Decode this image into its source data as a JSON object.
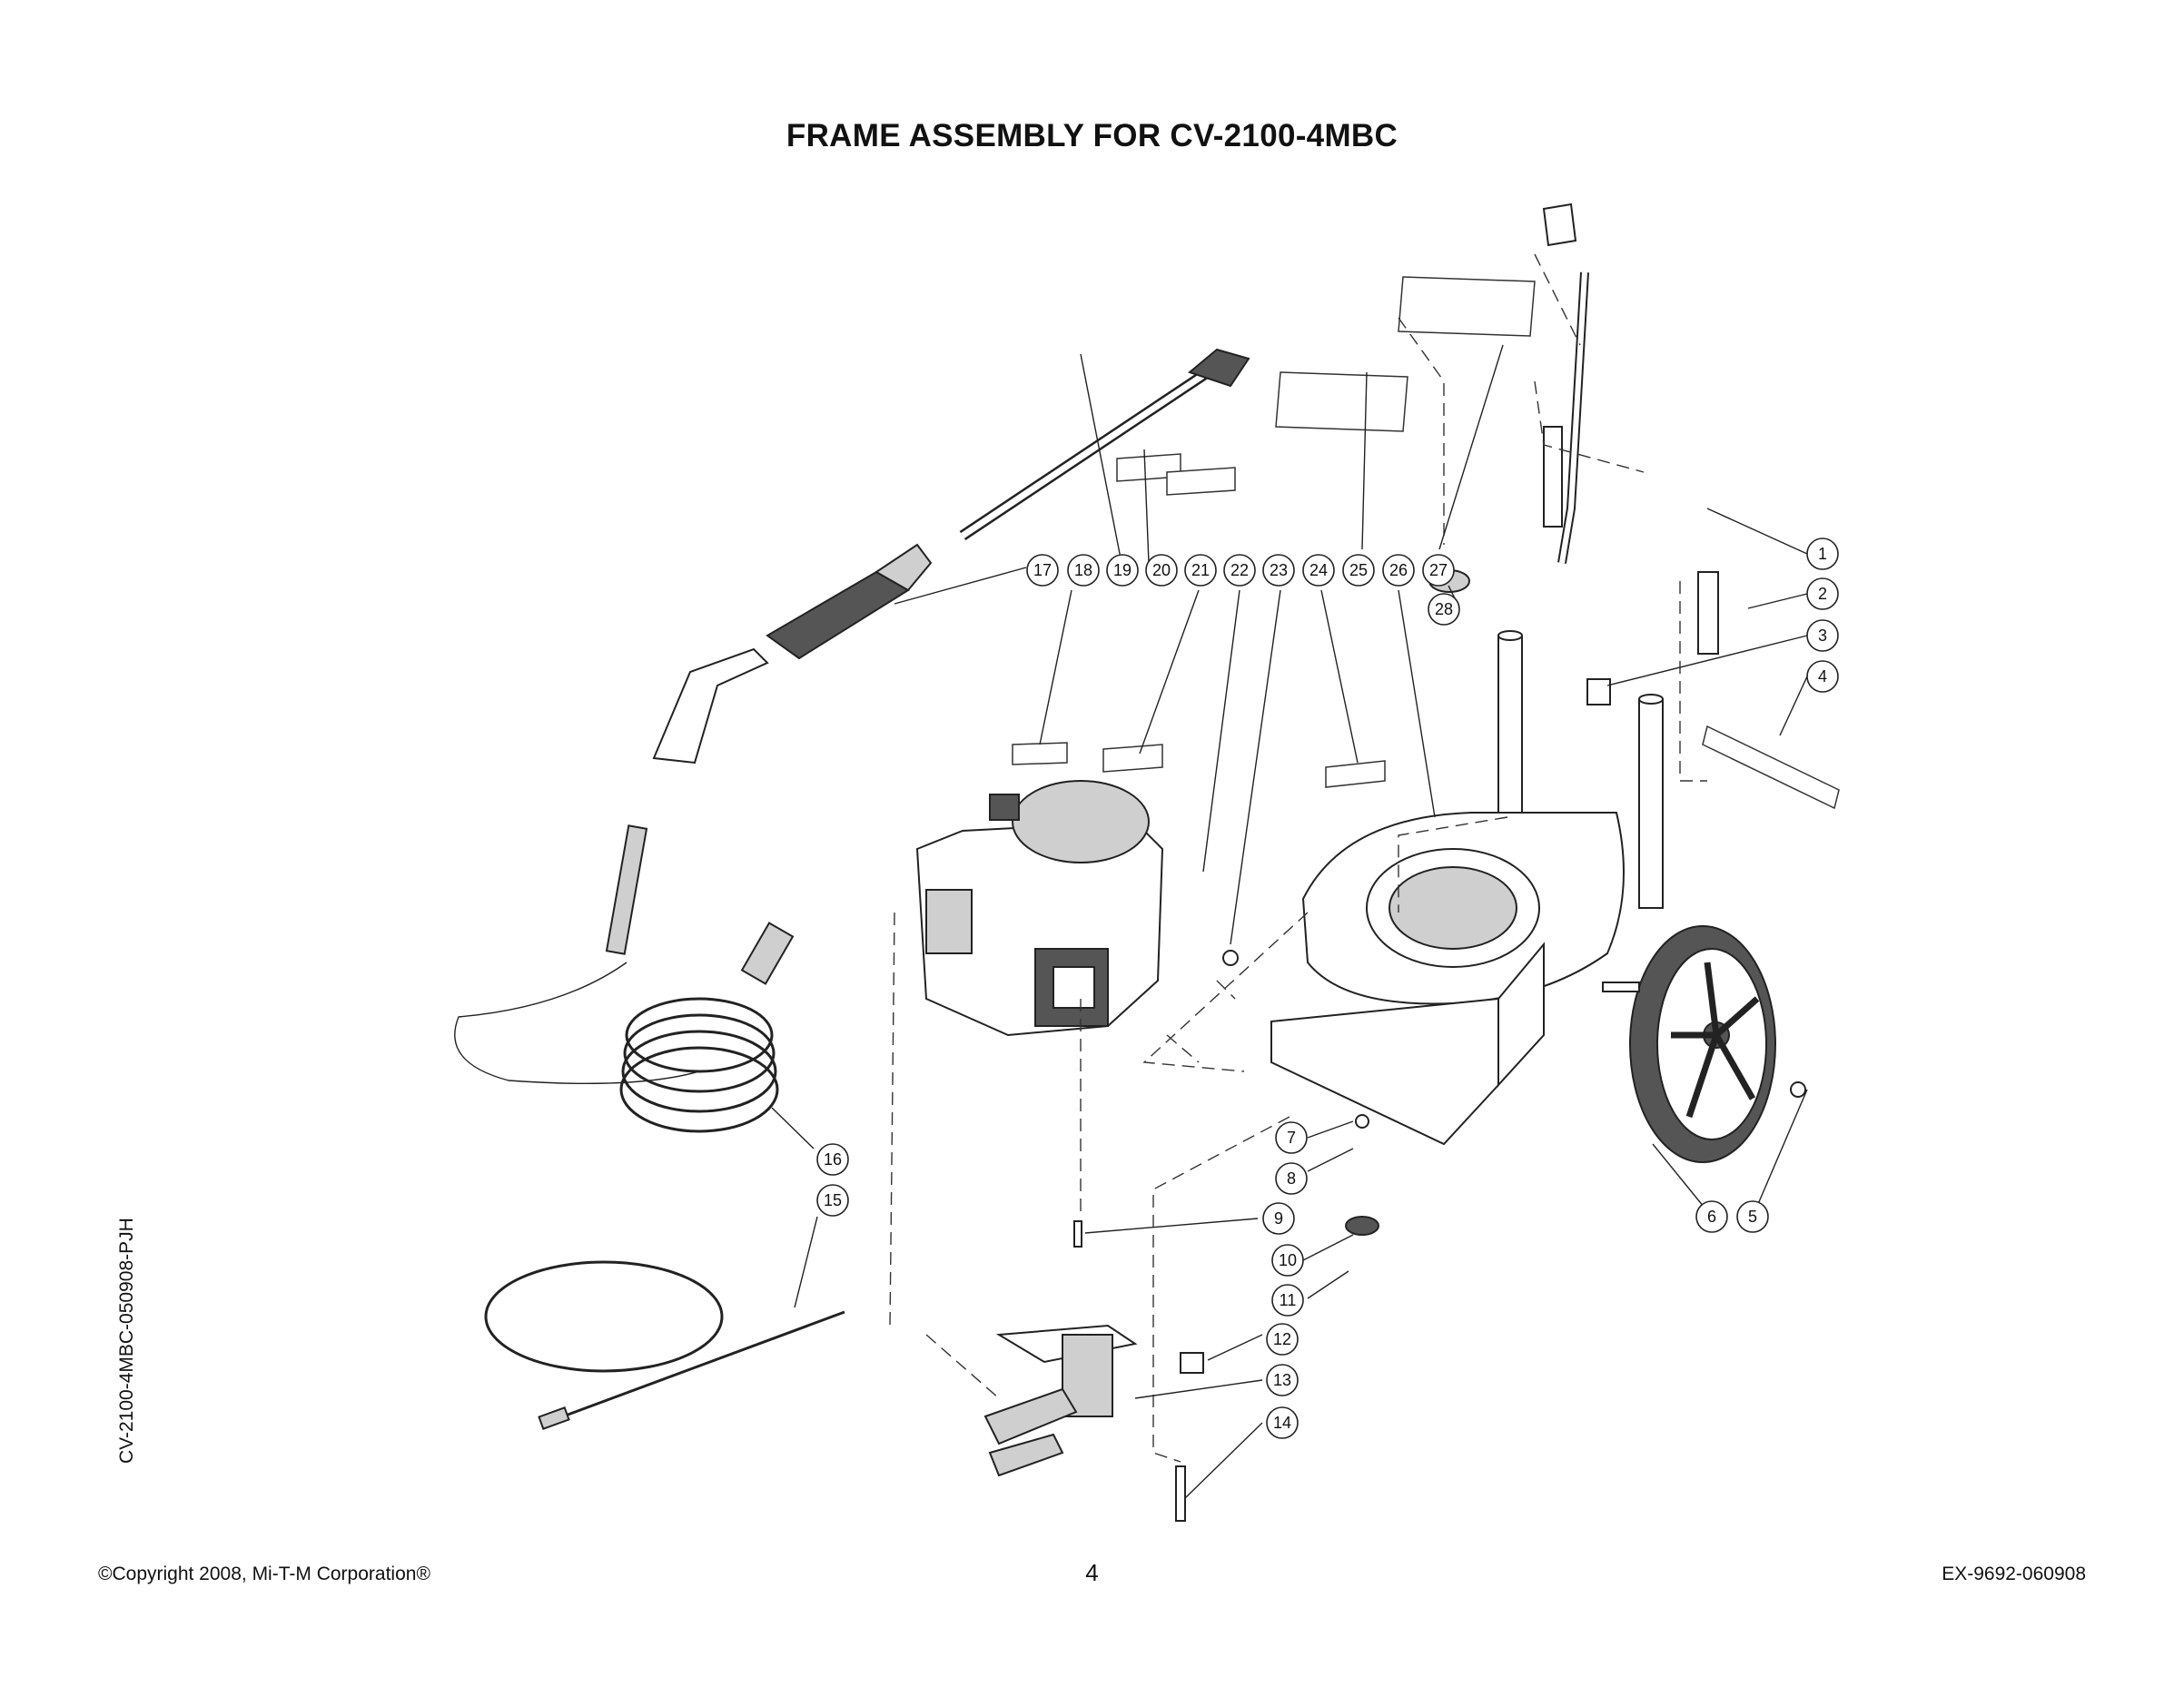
{
  "document": {
    "title": "FRAME ASSEMBLY FOR CV-2100-4MBC",
    "side_code": "CV-2100-4MBC-050908-PJH",
    "footer_copyright": "©Copyright 2008,  Mi-T-M Corporation®",
    "page_number": "4",
    "doc_number": "EX-9692-060908"
  },
  "callouts": [
    "1",
    "2",
    "3",
    "4",
    "5",
    "6",
    "7",
    "8",
    "9",
    "10",
    "11",
    "12",
    "13",
    "14",
    "15",
    "16",
    "17",
    "18",
    "19",
    "20",
    "21",
    "22",
    "23",
    "24",
    "25",
    "26",
    "27",
    "28"
  ],
  "parts_icons": [
    "handle-frame-icon",
    "spray-gun-icon",
    "wand-icon",
    "engine-icon",
    "pump-icon",
    "hose-reel-icon",
    "wheel-icon",
    "base-frame-icon",
    "chemical-hose-icon",
    "decal-icon"
  ]
}
